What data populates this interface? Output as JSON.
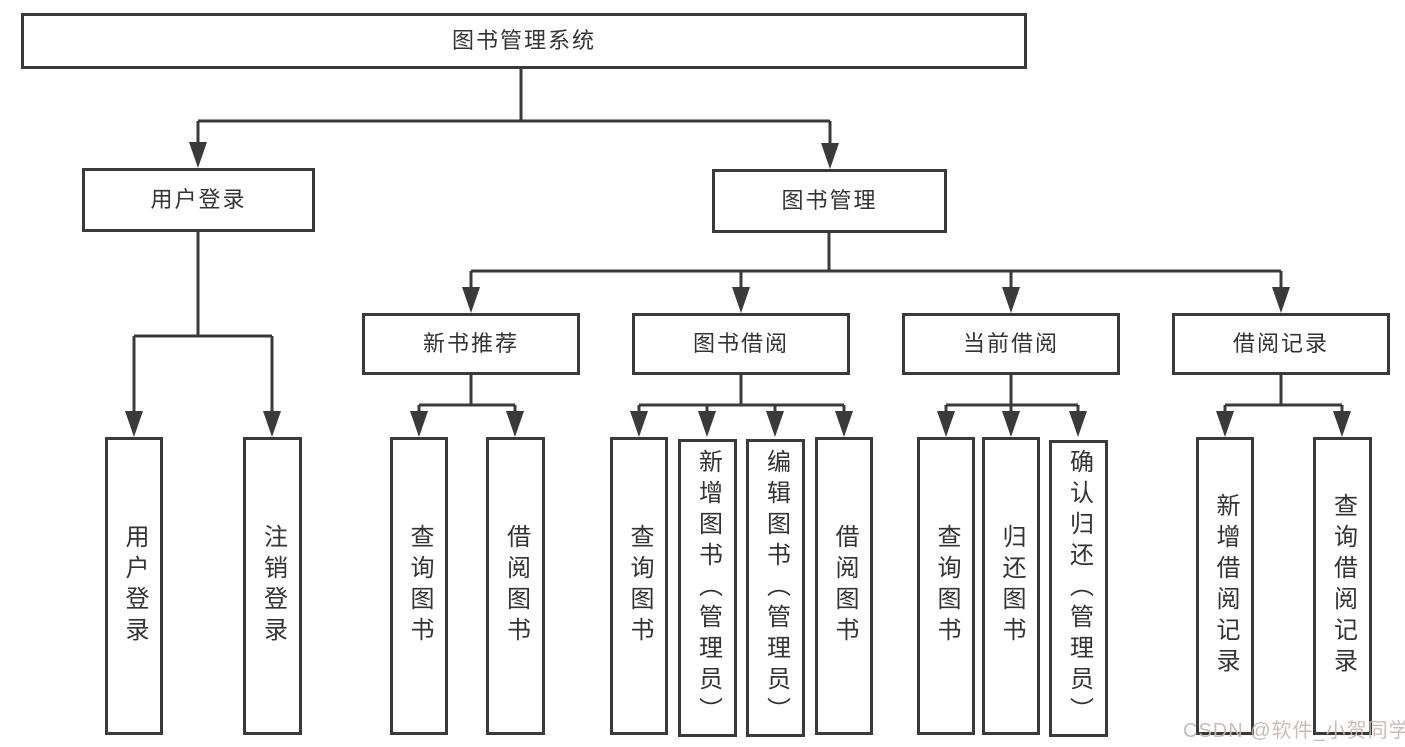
{
  "diagram": {
    "title_node": {
      "label": "图书管理系统"
    },
    "level2": [
      {
        "label": "用户登录"
      },
      {
        "label": "图书管理"
      }
    ],
    "level3": [
      {
        "label": "新书推荐"
      },
      {
        "label": "图书借阅"
      },
      {
        "label": "当前借阅"
      },
      {
        "label": "借阅记录"
      }
    ],
    "leaves": [
      {
        "label": "用户登录"
      },
      {
        "label": "注销登录"
      },
      {
        "label": "查询图书"
      },
      {
        "label": "借阅图书"
      },
      {
        "label": "查询图书"
      },
      {
        "label": "新增图书（管理员）"
      },
      {
        "label": "编辑图书（管理员）"
      },
      {
        "label": "借阅图书"
      },
      {
        "label": "查询图书"
      },
      {
        "label": "归还图书"
      },
      {
        "label": "确认归还（管理员）"
      },
      {
        "label": "新增借阅记录"
      },
      {
        "label": "查询借阅记录"
      }
    ],
    "watermark": "CSDN @软件_小贺同学",
    "colors": {
      "line": "#3a3a3a",
      "text": "#333333",
      "background": "#ffffff",
      "watermark": "#c5b6b6"
    }
  }
}
